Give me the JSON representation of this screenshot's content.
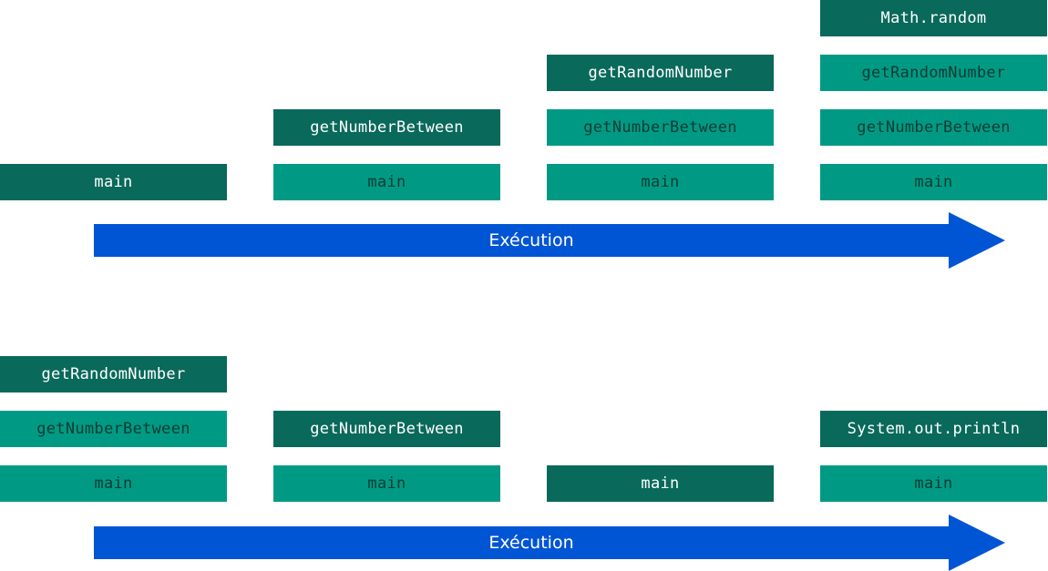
{
  "colors": {
    "active_frame": "#09695b",
    "inactive_frame": "#009a84",
    "arrow": "#0055d4"
  },
  "diagrams": [
    {
      "arrow_label": "Exécution",
      "columns": [
        {
          "frames": [
            {
              "label": "main",
              "active": true
            }
          ]
        },
        {
          "frames": [
            {
              "label": "main",
              "active": false
            },
            {
              "label": "getNumberBetween",
              "active": true
            }
          ]
        },
        {
          "frames": [
            {
              "label": "main",
              "active": false
            },
            {
              "label": "getNumberBetween",
              "active": false
            },
            {
              "label": "getRandomNumber",
              "active": true
            }
          ]
        },
        {
          "frames": [
            {
              "label": "main",
              "active": false
            },
            {
              "label": "getNumberBetween",
              "active": false
            },
            {
              "label": "getRandomNumber",
              "active": false
            },
            {
              "label": "Math.random",
              "active": true
            }
          ]
        }
      ]
    },
    {
      "arrow_label": "Exécution",
      "columns": [
        {
          "frames": [
            {
              "label": "main",
              "active": false
            },
            {
              "label": "getNumberBetween",
              "active": false
            },
            {
              "label": "getRandomNumber",
              "active": true
            }
          ]
        },
        {
          "frames": [
            {
              "label": "main",
              "active": false
            },
            {
              "label": "getNumberBetween",
              "active": true
            }
          ]
        },
        {
          "frames": [
            {
              "label": "main",
              "active": true
            }
          ]
        },
        {
          "frames": [
            {
              "label": "main",
              "active": false
            },
            {
              "label": "System.out.println",
              "active": true
            }
          ]
        }
      ]
    }
  ]
}
